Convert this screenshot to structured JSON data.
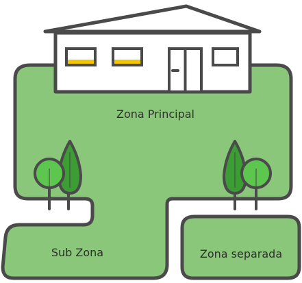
{
  "zones": {
    "main": {
      "label": "Zona Principal"
    },
    "sub": {
      "label": "Sub Zona"
    },
    "separate": {
      "label": "Zona separada"
    }
  },
  "colors": {
    "grass": "#8bc77a",
    "grass_dark": "#7fbf6e",
    "outline": "#4a4a4a",
    "house_fill": "#ffffff",
    "window_highlight": "#f2c500",
    "tree_light": "#5cc64e",
    "tree_dark": "#3c9d34",
    "text": "#2f2f2f"
  },
  "icons": [
    "house-icon",
    "tree-cluster-icon"
  ]
}
